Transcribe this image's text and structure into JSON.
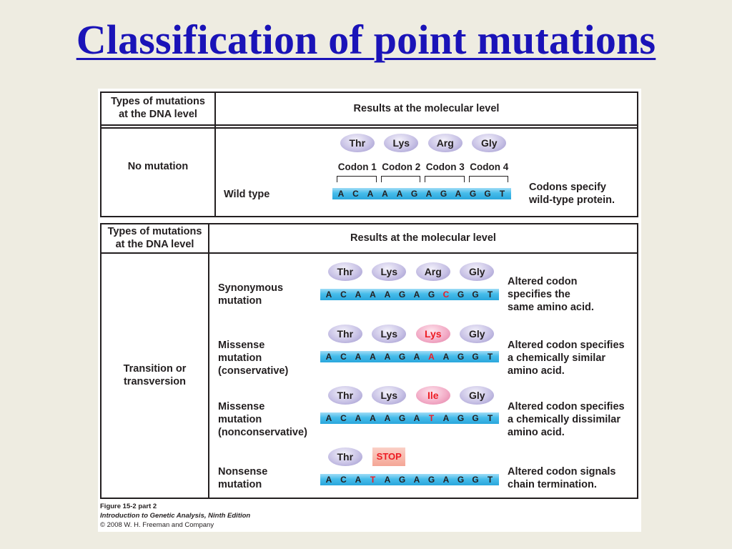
{
  "title": "Classification of point mutations",
  "table1": {
    "header_col1": [
      "Types of mutations",
      "at the DNA level"
    ],
    "header_col2": "Results at the molecular level",
    "row_label": "No mutation",
    "sub_label": "Wild type",
    "amino_acids": [
      "Thr",
      "Lys",
      "Arg",
      "Gly"
    ],
    "codons": [
      "Codon 1",
      "Codon 2",
      "Codon 3",
      "Codon 4"
    ],
    "sequence": [
      "A",
      "C",
      "A",
      "A",
      "A",
      "G",
      "A",
      "G",
      "A",
      "G",
      "G",
      "T"
    ],
    "result": [
      "Codons specify",
      "wild-type protein."
    ]
  },
  "table2": {
    "header_col1": [
      "Types of mutations",
      "at the DNA level"
    ],
    "header_col2": "Results at the molecular level",
    "row_label": [
      "Transition or",
      "transversion"
    ],
    "rows": [
      {
        "label": [
          "Synonymous",
          "mutation"
        ],
        "amino_acids": [
          "Thr",
          "Lys",
          "Arg",
          "Gly"
        ],
        "mutated_aa": -1,
        "sequence": [
          "A",
          "C",
          "A",
          "A",
          "A",
          "G",
          "A",
          "G",
          "C",
          "G",
          "G",
          "T"
        ],
        "mutated_base": 8,
        "result": [
          "Altered codon",
          "specifies the",
          "same amino acid."
        ]
      },
      {
        "label": [
          "Missense",
          "mutation",
          "(conservative)"
        ],
        "amino_acids": [
          "Thr",
          "Lys",
          "Lys",
          "Gly"
        ],
        "mutated_aa": 2,
        "sequence": [
          "A",
          "C",
          "A",
          "A",
          "A",
          "G",
          "A",
          "A",
          "A",
          "G",
          "G",
          "T"
        ],
        "mutated_base": 7,
        "result": [
          "Altered codon specifies",
          "a chemically similar",
          "amino acid."
        ]
      },
      {
        "label": [
          "Missense",
          "mutation",
          "(nonconservative)"
        ],
        "amino_acids": [
          "Thr",
          "Lys",
          "Ile",
          "Gly"
        ],
        "mutated_aa": 2,
        "sequence": [
          "A",
          "C",
          "A",
          "A",
          "A",
          "G",
          "A",
          "T",
          "A",
          "G",
          "G",
          "T"
        ],
        "mutated_base": 7,
        "result": [
          "Altered codon specifies",
          "a chemically dissimilar",
          "amino acid."
        ]
      },
      {
        "label": [
          "Nonsense",
          "mutation"
        ],
        "amino_acids": [
          "Thr"
        ],
        "stop_label": "STOP",
        "mutated_aa": -1,
        "sequence": [
          "A",
          "C",
          "A",
          "T",
          "A",
          "G",
          "A",
          "G",
          "A",
          "G",
          "G",
          "T"
        ],
        "mutated_base": 3,
        "result": [
          "Altered codon signals",
          "chain termination."
        ]
      }
    ]
  },
  "caption": {
    "figure": "Figure 15-2 part 2",
    "book": "Introduction to Genetic Analysis, Ninth Edition",
    "copyright": "© 2008 W. H. Freeman and Company"
  },
  "colors": {
    "title": "#1a13b8",
    "background": "#eeece1",
    "dna_strand": "#46bcea",
    "mutation": "#ed1c24",
    "amino_acid": "#c9c3e6"
  }
}
